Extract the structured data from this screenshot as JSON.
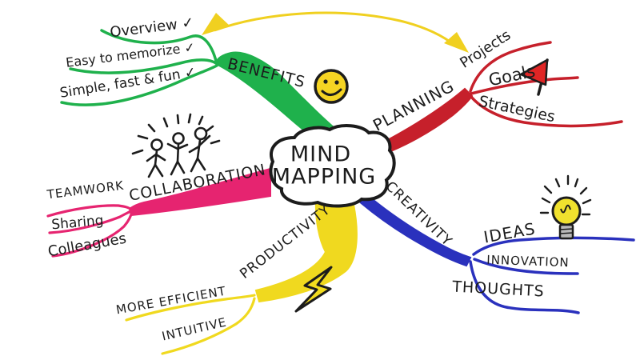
{
  "center": {
    "line1": "MIND",
    "line2": "MAPPING"
  },
  "branches": [
    {
      "name": "BENEFITS",
      "color": "#1fb14c",
      "icon": "smiley-icon",
      "children": [
        "Overview ✓",
        "Easy to memorize ✓",
        "Simple, fast & fun ✓"
      ]
    },
    {
      "name": "PLANNING",
      "color": "#c6202b",
      "icon": "flag-icon",
      "children": [
        "Projects",
        "Goals",
        "Strategies"
      ]
    },
    {
      "name": "CREATIVITY",
      "color": "#2a31bd",
      "icon": "lightbulb-icon",
      "children": [
        "IDEAS",
        "INNOVATION",
        "THOUGHTS"
      ]
    },
    {
      "name": "COLLABORATION",
      "color": "#e62470",
      "icon": "stick-figures-icon",
      "children": [
        "TEAMWORK",
        "Sharing",
        "Colleagues"
      ]
    },
    {
      "name": "PRODUCTIVITY",
      "color": "#f0d91f",
      "icon": "lightning-icon",
      "children": [
        "MORE EFFICIENT",
        "INTUITIVE"
      ]
    }
  ],
  "connector": {
    "shape": "double-arrow",
    "color": "#f0d020"
  },
  "colors": {
    "ink": "#1c1c1c",
    "background": "#ffffff",
    "smiley": "#f5d423",
    "flag": "#e02525",
    "bulb": "#f0e12e",
    "bulb_base": "#b9b9b9",
    "bolt": "#f2dc1e"
  }
}
